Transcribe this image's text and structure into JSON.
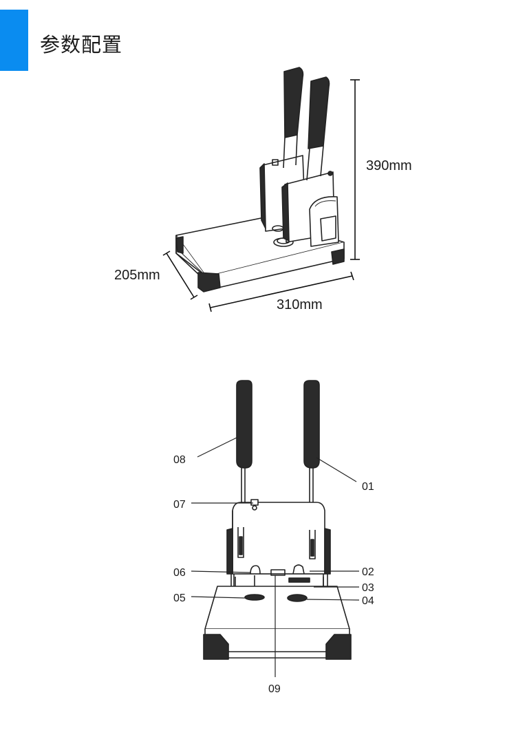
{
  "title": "参数配置",
  "colors": {
    "accent": "#0a8cf0",
    "line": "#222222",
    "fill_dark": "#2b2b2b"
  },
  "dimensions": {
    "height": "390mm",
    "depth": "205mm",
    "width": "310mm"
  },
  "callouts": [
    "01",
    "02",
    "03",
    "04",
    "05",
    "06",
    "07",
    "08",
    "09"
  ]
}
